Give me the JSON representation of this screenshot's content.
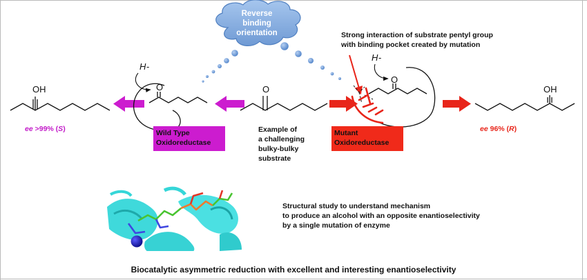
{
  "cloud": {
    "line1": "Reverse",
    "line2": "binding",
    "line3": "orientation"
  },
  "mutation_note": {
    "line1": "Strong interaction of substrate pentyl group",
    "line2": "with binding pocket created by mutation"
  },
  "atoms": {
    "hydride": "H",
    "hydride_mark": "-",
    "hydroxyl": "OH",
    "oxygen": "O"
  },
  "wild_type": {
    "line1": "Wild Type",
    "line2": "Oxidoreductase"
  },
  "mutant": {
    "line1": "Mutant",
    "line2": "Oxidoreductase"
  },
  "ee_left": {
    "prefix": "ee",
    "value": " >99% (",
    "config": "S",
    "suffix": ")"
  },
  "ee_right": {
    "prefix": "ee",
    "value": " 96% (",
    "config": "R",
    "suffix": ")"
  },
  "substrate_note": {
    "line1": "Example of",
    "line2": "a challenging",
    "line3": "bulky-bulky",
    "line4": "substrate"
  },
  "structural_note": {
    "line1": "Structural study to understand mechanism",
    "line2": "to produce an alcohol with an opposite enantioselectivity",
    "line3": "by a single mutation of enzyme"
  },
  "footer": "Biocatalytic asymmetric reduction with excellent and interesting enantioselectivity",
  "colors": {
    "wild_type_accent": "#cc1ccf",
    "mutant_accent": "#f02a1a",
    "cloud_fill": "#8ab2e4",
    "bubble_dots": "#6b9bd8",
    "protein_ribbon": "#35d6d8"
  },
  "icons": {
    "cloud": "thought-cloud-icon",
    "arrow_left_magenta": "arrow-left-icon",
    "arrow_right_red": "arrow-right-icon",
    "protein": "protein-structure-image"
  }
}
